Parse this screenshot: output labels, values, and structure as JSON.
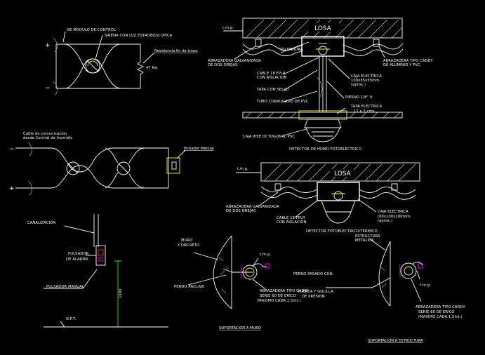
{
  "labels": {
    "de_modulo": "DE MODULO DE CONTROL",
    "sirena": "SIRENA CON LUZ ESTROBOSCOPICA",
    "resistencia": "Resistencia fin de Linea",
    "kohm": "47 Kw.",
    "cable_com_1": "Cable de comunicación",
    "cable_com_2": "desde Central de Incendio",
    "pulsador_manual_top": "Pulsador Manual",
    "canalizacion": "CANALIZACION",
    "pulsador_alarma_1": "PULSADOR",
    "pulsador_alarma_2": "DE ALARMA",
    "pulsador_manual": "PULSADOR MANUAL",
    "npt": "N.P.T.",
    "altura": "1600",
    "losa": "LOSA",
    "tmg_1": "t.m.g.",
    "soldadura": "SOLDADURA",
    "abraz_galv_1": "ABRAZADERA GALVANIZADA",
    "abraz_galv_2": "DE DOS OREJAS",
    "cable_fplr_1": "CABLE 18 FPLR",
    "cable_fplr_2": "CON AISLACION",
    "tapa_sello": "TAPA CON SELLO",
    "tubo_pvc": "TUBO CORRUGADO DE PVC",
    "caja_ipse": "CAJA IPSE OCTOGONAL PVC",
    "caja_elec_1": "CAJA ELECTRICA",
    "caja_elec_2": "100x55x55mm.",
    "caja_elec_3": "(aprox.)",
    "piernio": "PIERNO 1/8\" U",
    "tapa_elec_1": "TAPA ELECTRICA",
    "tapa_elec_2": "11 x 7 cms.",
    "abraz_caddy_1": "ABRAZADERA TIPO CADDY",
    "abraz_caddy_2": "DE ALUMINIO Y PVC.",
    "detector_humo": "DETECTOR DE HUMO FOTOELECTRICO",
    "losa2": "LOSA",
    "tmg_2": "t.m.g.",
    "abraz_galv2_1": "ABRAZADERA GALVANIZADA",
    "abraz_galv2_2": "DE DOS OREJAS",
    "cable2_1": "CABLE 18 FPLR",
    "cable2_2": "CON AISLACION",
    "caja2_1": "CAJA ELECTRICA",
    "caja2_2": "(60x100x100mm.",
    "caja2_3": "(aprox.)",
    "detector_termico": "DETECTOR FOTOELECTRICO/TERMICO",
    "muro_1": "MURO",
    "muro_2": "CONCRETO",
    "tmg_3": "t.m.g.",
    "perno_anclaje": "PERNO ANCLAJE",
    "abraz_caddy_m1": "ABRAZADERA TIPO CADDY",
    "abraz_caddy_m2": "SERIE 60 DE ERICO",
    "abraz_caddy_m3": "(MAXIMO CADA 1.5mt.)",
    "perno_pasado_1": "PERNO PASADO CON",
    "perno_pasado_2": "TUERCA Y GOLILLA",
    "perno_pasado_3": "DE PRESION",
    "estructura_1": "ESTRUCTURA",
    "estructura_2": "METALICA",
    "tmg_4": "t.m.g.",
    "abraz_caddy_e1": "ABRAZADERA TIPO CADDY",
    "abraz_caddy_e2": "SERIE 60 DE ERICO",
    "abraz_caddy_e3": "(MAXIMO CADA 1.5mt.)",
    "soportacion_muro": "SOPORTACION A MURO",
    "soportacion_estructura": "SOPORTACION A ESTRUCTURA",
    "plus_1": "+",
    "minus_1": "−",
    "plus_2": "+",
    "minus_2": "−"
  }
}
